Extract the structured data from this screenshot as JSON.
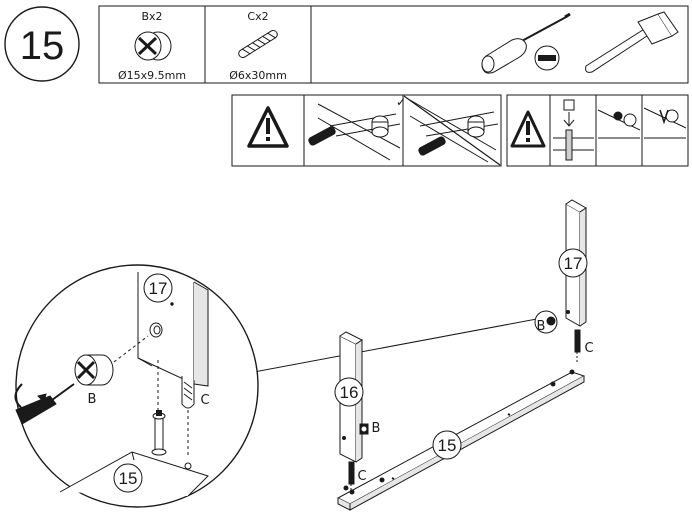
{
  "step": {
    "number": "15"
  },
  "hardware": [
    {
      "code": "Bx2",
      "size": "Ø15x9.5mm",
      "icon": "cam-lock-icon"
    },
    {
      "code": "Cx2",
      "size": "Ø6x30mm",
      "icon": "dowel-icon"
    }
  ],
  "tools": [
    {
      "icon": "screwdriver-icon"
    },
    {
      "icon": "flathead-slot-icon"
    },
    {
      "icon": "hammer-icon"
    }
  ],
  "warnings": [
    {
      "icon": "warning-triangle-icon",
      "check": "✓"
    },
    {
      "icon": "warning-triangle-icon"
    }
  ],
  "parts": {
    "panel_15": "15",
    "panel_16": "16",
    "panel_17": "17",
    "fitting_b": "B",
    "fitting_c": "C"
  },
  "colors": {
    "ink": "#1a1a1a",
    "panel": "#ffffff",
    "shade": "#cfcfcf"
  }
}
